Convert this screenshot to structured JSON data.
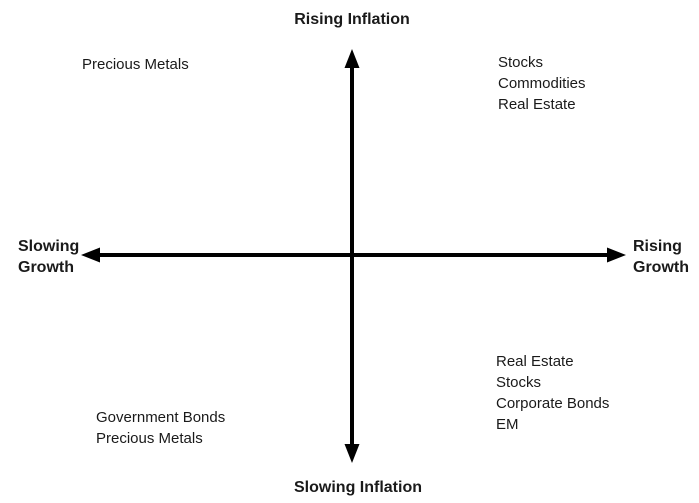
{
  "diagram": {
    "axes": {
      "top_label": "Rising Inflation",
      "bottom_label": "Slowing Inflation",
      "left_label_line1": "Slowing",
      "left_label_line2": "Growth",
      "right_label_line1": "Rising",
      "right_label_line2": "Growth"
    },
    "quadrants": {
      "top_left": [
        "Precious Metals"
      ],
      "top_right": [
        "Stocks",
        "Commodities",
        "Real Estate"
      ],
      "bottom_left": [
        "Government Bonds",
        "Precious Metals"
      ],
      "bottom_right": [
        "Real Estate",
        "Stocks",
        "Corporate Bonds",
        "EM"
      ]
    },
    "colors": {
      "axis": "#000000",
      "text": "#1a1a1a",
      "background": "#ffffff"
    }
  }
}
